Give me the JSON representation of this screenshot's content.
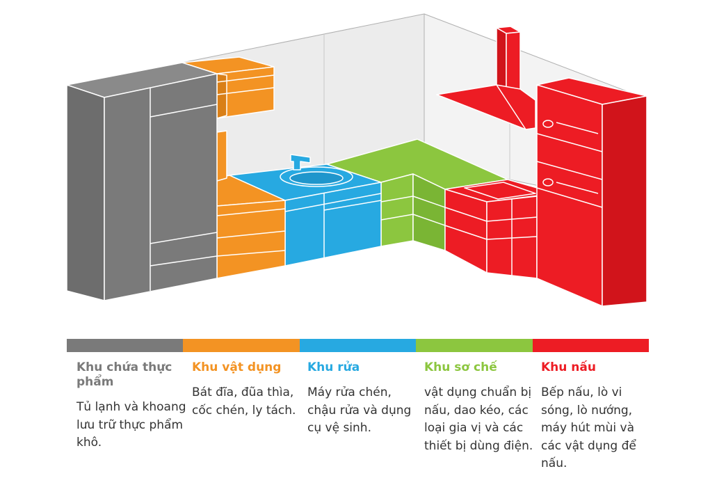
{
  "colors": {
    "storage": "#7a7a7a",
    "utensils": "#f39323",
    "washing": "#27a9e1",
    "prep": "#8cc63f",
    "cooking": "#ed1c24",
    "wall": "#ececec"
  },
  "zones": [
    {
      "title": "Khu chứa thực phẩm",
      "description": "Tủ lạnh và khoang lưu trữ thực phẩm khô.",
      "color": "#7a7a7a"
    },
    {
      "title": "Khu vật dụng",
      "description": "Bát đĩa, đũa thìa, cốc chén, ly tách.",
      "color": "#f39323"
    },
    {
      "title": "Khu rửa",
      "description": "Máy rửa chén, chậu rửa và dụng cụ vệ sinh.",
      "color": "#27a9e1"
    },
    {
      "title": "Khu sơ chế",
      "description": "vật dụng chuẩn bị nấu, dao kéo, các loại gia vị và các thiết bị dùng điện.",
      "color": "#8cc63f"
    },
    {
      "title": "Khu nấu",
      "description": "Bếp nấu, lò vi sóng, lò nướng, máy hút mùi và các vật dụng để nấu.",
      "color": "#ed1c24"
    }
  ]
}
